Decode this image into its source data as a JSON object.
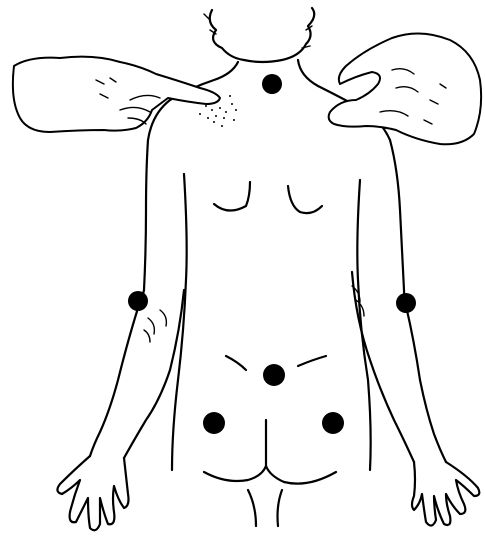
{
  "figure": {
    "colors": {
      "ink": "#000000",
      "paper": "#ffffff"
    },
    "tender_points": [
      {
        "name": "low-cervical"
      },
      {
        "name": "left-elbow"
      },
      {
        "name": "right-elbow"
      },
      {
        "name": "lumbar"
      },
      {
        "name": "left-gluteal"
      },
      {
        "name": "right-gluteal"
      }
    ],
    "examiner_hands": [
      "left-examiner-hand",
      "right-examiner-hand"
    ]
  }
}
